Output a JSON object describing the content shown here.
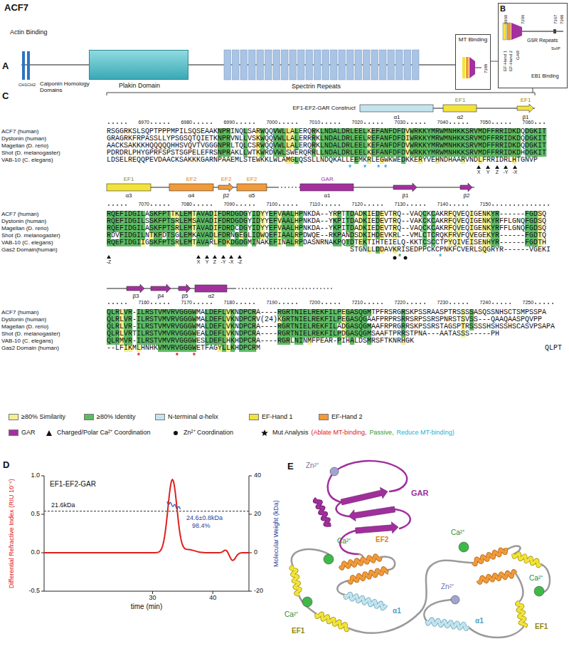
{
  "diagram": {
    "nodes": [
      {
        "text": [
          "Plakin Domain"
        ]
      },
      {
        "text": [
          "MT Binding"
        ]
      },
      {
        "text": [
          "6960",
          "7206",
          "7367",
          "7388",
          "EF-Hand 1",
          "EF-Hand 2",
          "GAR",
          "GSR Repeats",
          "SxIP",
          "EB1 Binding"
        ]
      }
    ],
    "edges": [
      {
        "from": 1,
        "to": 2,
        "arrow": "none"
      }
    ],
    "labels": [
      "ACF7",
      "Actin Binding",
      "CH1",
      "CH2",
      "Calponin Homology Domains",
      "Spectrin Repeats",
      "7388",
      "A",
      "B",
      "C",
      "EF1-EF2-GAR Construct",
      "α1",
      "EF1",
      "α2",
      "EF1",
      "β1",
      "ACF7 (human)",
      "Dystonin (human)",
      "Magellan (D. rerio)",
      "Shot (D. melanogaster)",
      "VAB-10 (C. elegans)",
      "6970",
      "6980",
      "6990",
      "7000",
      "7010",
      "7020",
      "7030",
      "7040",
      "7050",
      "7060",
      "RSGGRKSLSQPTPPPMPILSQSEAAKNPRINQLSARWQQVWLLALERQRKLNDALDRLEELKEFANFDFDVWRKKYMRWMNHKKSRVMDFFRRIDKDQDGKIT",
      "GRAGRKFRPASSLLYPSGSQTQIETKNPRVNLLVSKWQQVWLLALERRRKLNDALDRLEELREFANFDFDIWRKKYMRWMNHKKSRVMDFFRRIDKDQDGKIT",
      "AACKSAKKKHQQQQQHHSVQVTVGGGNPRLTQLCSRWQQVWLLALERQRKLNDALDRLEELKEFANFDFDVWRKKYMRWMNHKKSRVMDFFRRIDKDQDGKIT",
      "PDRDRLPHYGPRFSPSTSGPELEFRSNPRAKLLWTKWRDVWLSWERQRRLLNDALDRLEELKEFANFDFDVWRKKYMRWMNHKKSRVMDFFRRIDKDHDGKIT",
      "LDSELREQQPEVDAACKSAKKKGARNPAAEMLSTEWKKLWLAMGLQSSLLNDQKALLEEMKRLEGWKWEDKKERYVEHNDHAARVNDLFRRIDRLHTGNVP",
      "*",
      "*",
      "*",
      "*",
      "X",
      "Y",
      "Z",
      "-Y",
      "-X",
      "EF1",
      "α3",
      "EF2",
      "α4",
      "EF2",
      "β2",
      "EF2",
      "α5",
      "GAR",
      "α1",
      "β1",
      "β2",
      "7070",
      "7080",
      "7090",
      "7100",
      "7110",
      "7120",
      "7130",
      "7140",
      "7150",
      "ACF7 (human)",
      "Dystonin (human)",
      "Magellan (D. rerio)",
      "Shot (D. melanogaster)",
      "VAB-10 (C. elegans)",
      "Gas2 Domain(human)",
      "RQEFIDGILASKFPTTKLEMTAVADIFDRDGDGYIDYYEFVAALHPNKDA--YRPTTDADKIEDEVTRQ--VAQCKCAKRFQVEQIGENKYR------FGDSQ",
      "RQEFIDGILSSKFPTSRLEMSAVADIFDRDGDGYIDYYEFVAALHPNKDA--YKPITDADKIEDEVTRQ--VAKCKCAKRFQVEQIGENKYRFFLGNQFGDSQ",
      "RQEFIDGILASKFPTSRLEMTAVADIFDRDCDGYIDYYEFVAALHPNKDA--YKPITDADKIEDEVTRQ--VAQCKCAKRFQVEQIGENKYRFFLGNQFGDSQ",
      "RDVFIDGILNTKFDTSGLEMKAVADLFDRNGEGLIDWQEFIAALRPDWQE--RKPANDSDKIHDEVKRL--VMLCTCRQKFRVFQVEGEKYR------FGDTQ",
      "RQEFIDGIIGSKFPTSRLEMTAVARLFDKDGDGMINAKEFINALRPDASNRNAKPQTDTEKTIHTEIELQ-KKTCSCCTPYQIVEISENHYR------FGDTH",
      "STGNLLDDAVKRISEDPPCKCPNKFCVERLSQGRYR------VGEKI",
      "-Z",
      "X",
      "Y",
      "Z",
      "-Y",
      "-X",
      "-Z",
      "*",
      "*",
      "β3",
      "β4",
      "β5",
      "α2",
      "7160",
      "7170",
      "7180",
      "7190",
      "7200",
      "7210",
      "7220",
      "7230",
      "7240",
      "7250",
      "ACF7 (human)",
      "Dystonin (human)",
      "Magellan (D. rerio)",
      "Shot (D. melanogaster)",
      "VAB-10 (C. elegans)",
      "Gas2 Domain (human)",
      "QLRLVR-ILRSTVMVRVGGGWMALDEFLVKNDPCRA----RGRTNIELREKFILPEGASQGMTPFRSRGRSKPSSRAASPTRSSSSASQSSNHSCTSMPSSPA",
      "QLRLVR-ILRSTVMVRVGGGWMALDEFLVKNDPCRV(24)KGRTNIELREKFILPEGASQGAAFPRPRSRRSRPSSRSPNRSTSVSS---QAAQAASPQVPP",
      "QLRLVR-ILRSTVMVRVGGGWMALDEFLVKNDPCRA----RGRTNIELREKFILADGASQGMAAFRPRGRRSKPSSRSTAGSPTRSSSSHSHSSHSCASVPSAPA",
      "QLRLVRTILRSTVMVRVGGGWEALDEFLVKNDPCRA----RGRTNIELREKFILPDGASQGMSAAFTPRRSTPNA---AATASSS-----PH",
      "QLRMVR-ILRSTVMVRVGGGWESLDEFLHKHDPCRA----RGRLNINMFPEAR-PIHALDSMRSFTKNRHGK",
      "--LFIKMLHNHKVMVRVGGGWETFAGYLLKHDPCRM",
      "QLPT",
      "*",
      "*",
      "*",
      "(Ablate MT-binding,",
      "Passive,",
      "Reduce MT-binding)",
      "D",
      "EF1-EF2-GAR",
      "Differential Refractive Index (RIU 10⁻⁴)",
      "Molecular Weight (kDa)",
      "time (min)",
      "1.0",
      "0.5",
      "0.0",
      "-0.5",
      "40",
      "20",
      "0",
      "-20",
      "30",
      "40",
      "21.6kDa",
      "24.6±0.8kDa",
      "98.4%",
      "E",
      "GAR",
      "Zn²⁺",
      "Zn²⁺",
      "Ca²⁺",
      "Ca²⁺",
      "Ca²⁺",
      "Ca²⁺",
      "EF2",
      "EF1",
      "EF1",
      "α1",
      "α1"
    ],
    "legend": [
      {
        "text": "≥80% Similarity",
        "color": "#f5ef8f"
      },
      {
        "text": "≥80% Identity",
        "color": "#5dbb63"
      },
      {
        "text": "N-terminal α-helix",
        "color": "#c3e4ee"
      },
      {
        "text": "EF-Hand 1",
        "color": "#f2e33a"
      },
      {
        "text": "EF-Hand 2",
        "color": "#f09a3a"
      },
      {
        "text": "GAR",
        "color": "#a3309e"
      },
      {
        "text": "Charged/Polar Ca²⁺ Coordination"
      },
      {
        "text": "Zn²⁺ Coordination"
      },
      {
        "text": "Mut Analysis"
      }
    ]
  }
}
